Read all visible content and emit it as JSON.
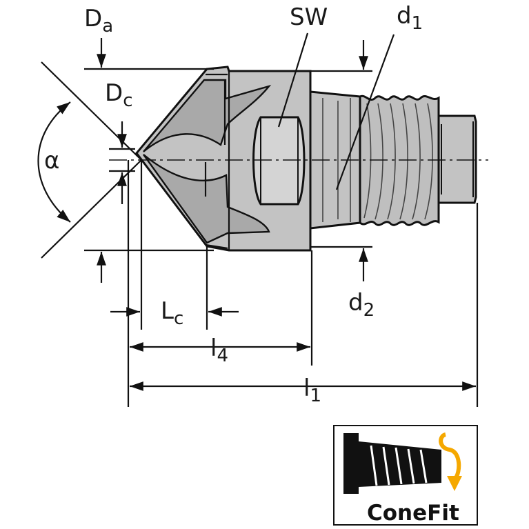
{
  "labels": {
    "Da": {
      "main": "D",
      "sub": "a"
    },
    "Dc": {
      "main": "D",
      "sub": "c"
    },
    "alpha": {
      "main": "α"
    },
    "SW": {
      "main": "SW"
    },
    "d1": {
      "main": "d",
      "sub": "1"
    },
    "d2": {
      "main": "d",
      "sub": "2"
    },
    "Lc": {
      "main": "L",
      "sub": "c"
    },
    "l4": {
      "main": "l",
      "sub": "4"
    },
    "l1": {
      "main": "l",
      "sub": "1"
    }
  },
  "badge": {
    "text": "ConeFit"
  },
  "colors": {
    "body_fill": "#c3c3c3",
    "outline": "#111111",
    "badge_arrow": "#f5a800"
  }
}
